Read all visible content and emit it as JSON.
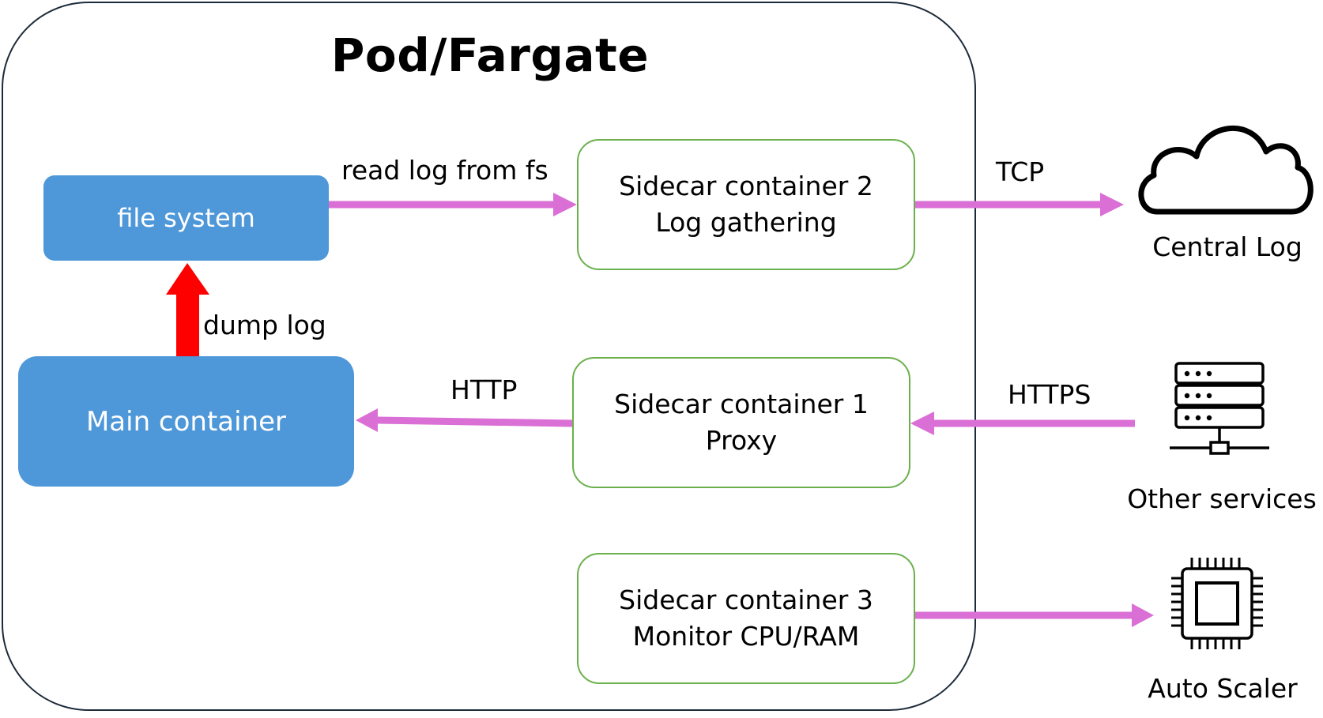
{
  "pod": {
    "title": "Pod/Fargate"
  },
  "boxes": {
    "file_system": "file system",
    "main_container": "Main container",
    "sidecar2": {
      "line1": "Sidecar container 2",
      "line2": "Log gathering"
    },
    "sidecar1": {
      "line1": "Sidecar container 1",
      "line2": "Proxy"
    },
    "sidecar3": {
      "line1": "Sidecar container 3",
      "line2": "Monitor CPU/RAM"
    }
  },
  "edges": {
    "read_log": "read log from fs",
    "dump_log": "dump log",
    "http": "HTTP",
    "tcp": "TCP",
    "https": "HTTPS"
  },
  "external": {
    "central_log": "Central Log",
    "other_services": "Other services",
    "auto_scaler": "Auto Scaler"
  },
  "colors": {
    "container_blue": "#4e97d8",
    "sidecar_border": "#6ab04c",
    "arrow_pink": "#da70d6",
    "arrow_red": "#ff0000",
    "pod_border": "#1c2b3a"
  },
  "icons": {
    "central_log": "cloud-icon",
    "other_services": "server-icon",
    "auto_scaler": "cpu-chip-icon"
  }
}
